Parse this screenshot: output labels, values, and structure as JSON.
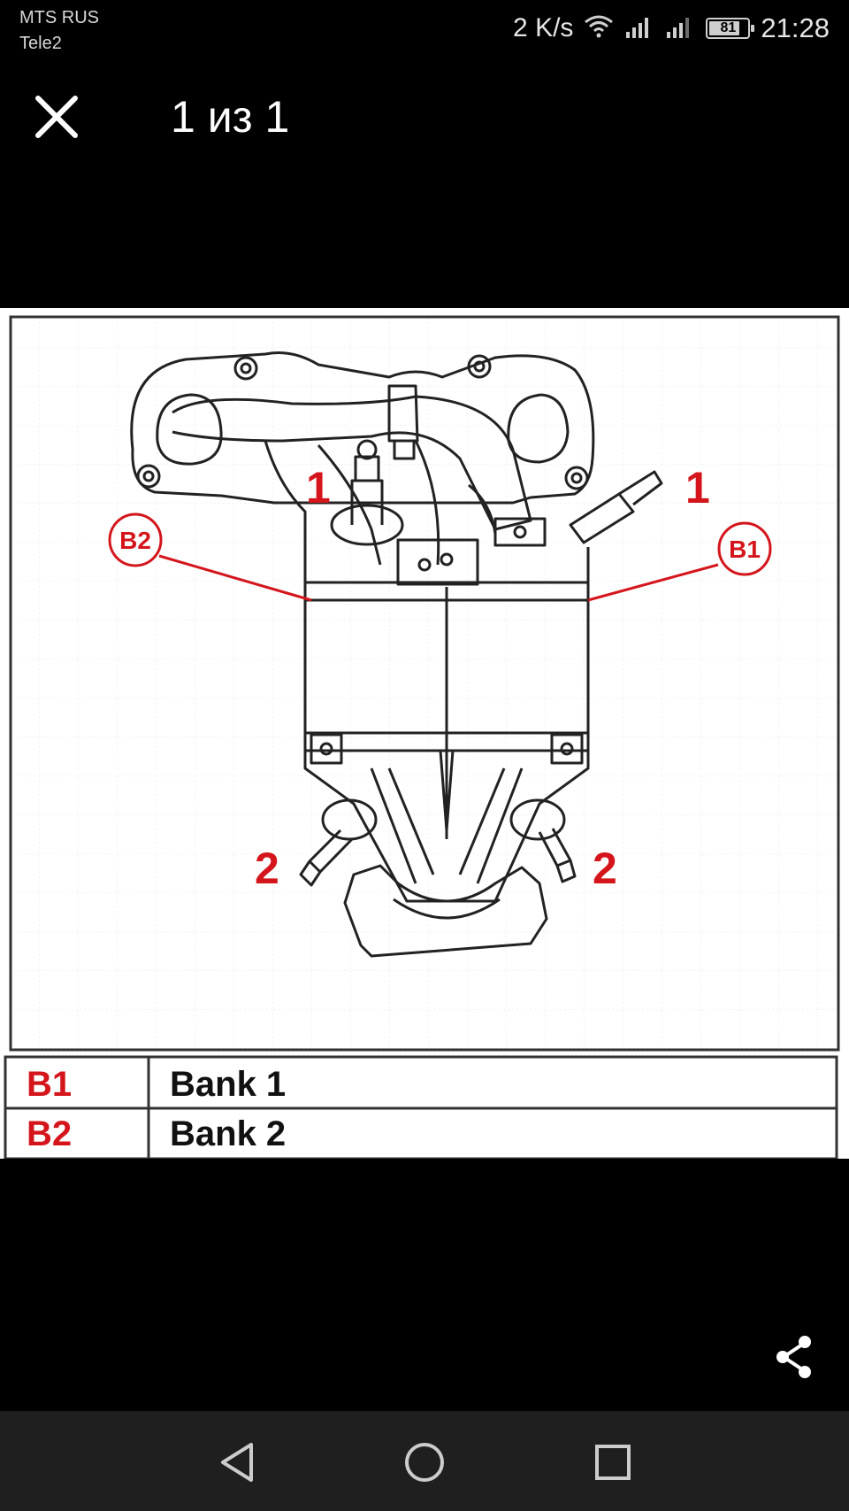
{
  "status_bar": {
    "carrier_1": "MTS RUS",
    "carrier_2": "Tele2",
    "net_speed": "2 K/s",
    "battery": "81",
    "battery_fraction": 0.81,
    "time": "21:28",
    "icons": [
      "wifi-icon",
      "signal-icon",
      "signal-icon",
      "battery-icon"
    ]
  },
  "viewer": {
    "counter": "1 из 1",
    "close_icon": "close-icon",
    "share_icon": "share-icon"
  },
  "diagram": {
    "labels": {
      "o2_upstream_left": "1",
      "o2_upstream_right": "1",
      "o2_downstream_left": "2",
      "o2_downstream_right": "2",
      "bank2_badge": "B2",
      "bank1_badge": "B1"
    },
    "legend": [
      {
        "code": "B1",
        "text": "Bank 1"
      },
      {
        "code": "B2",
        "text": "Bank 2"
      }
    ],
    "colors": {
      "accent_red": "#d4161c",
      "line": "#222222"
    }
  },
  "nav_bar": {
    "icons": [
      "back-triangle-icon",
      "home-circle-icon",
      "recents-square-icon"
    ]
  }
}
